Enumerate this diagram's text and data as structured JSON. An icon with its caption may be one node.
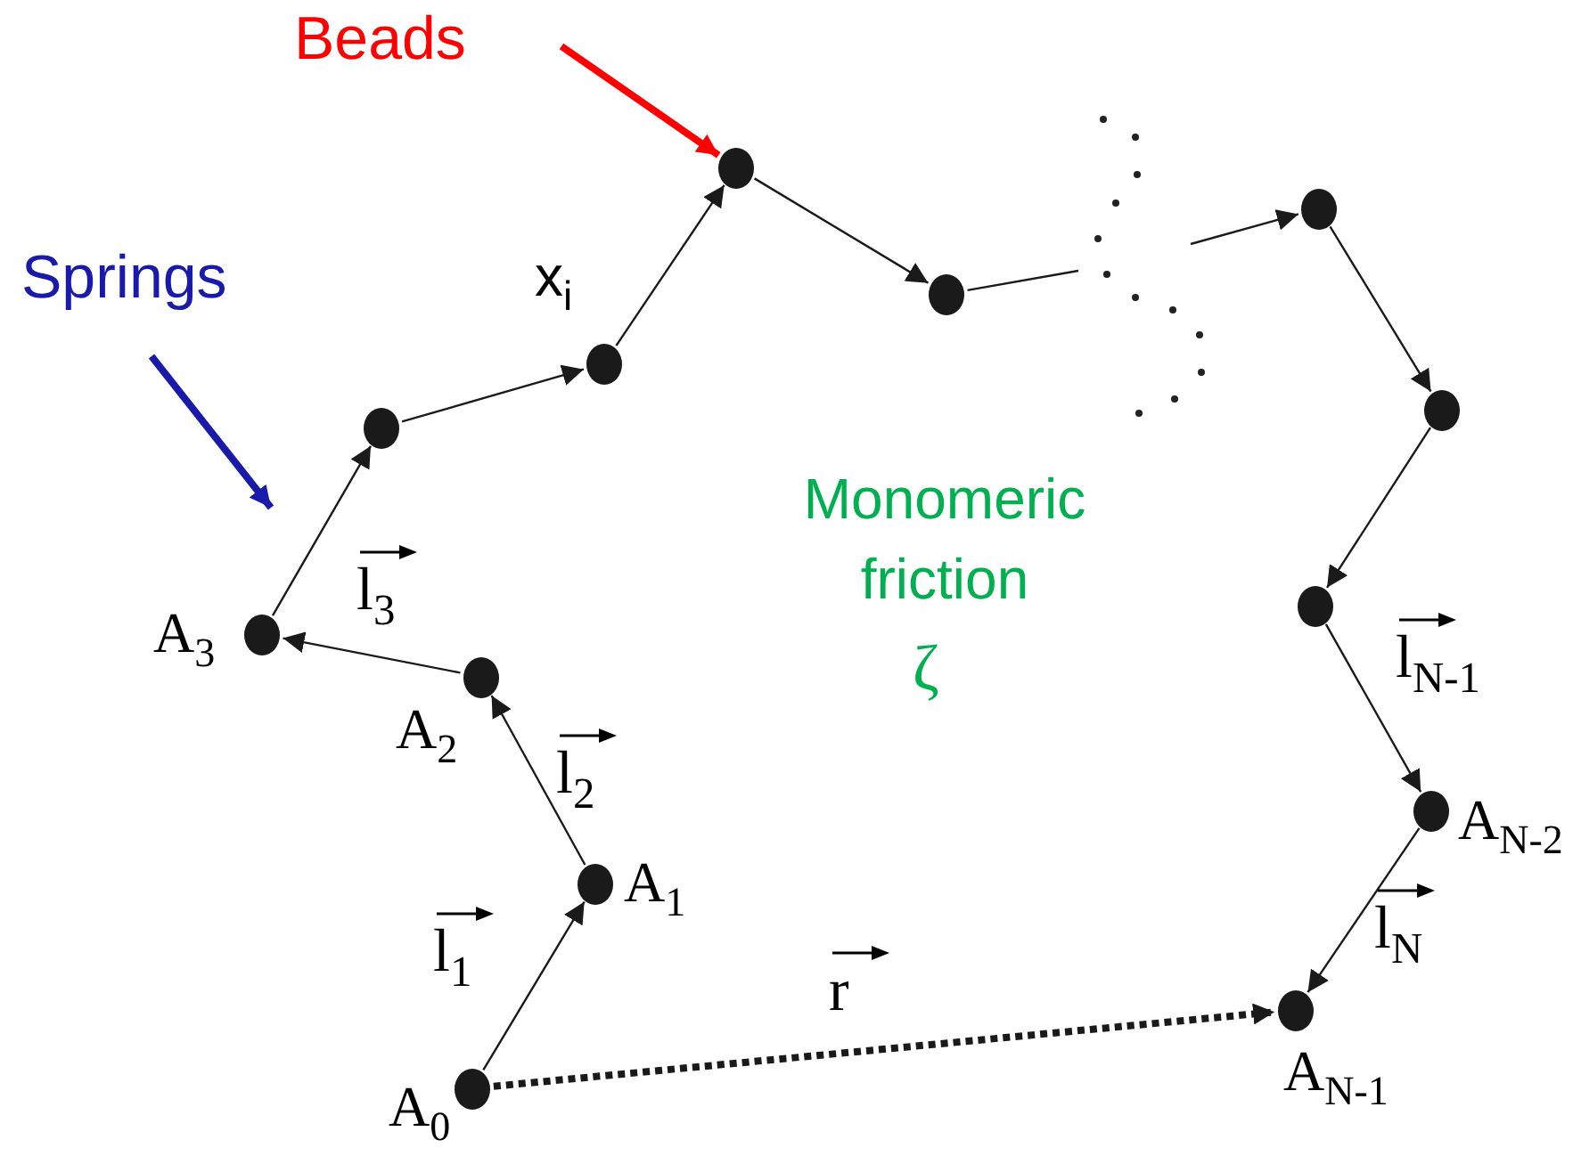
{
  "diagram": {
    "nodes": [
      {
        "text": [
          "Beads"
        ]
      },
      {
        "text": [
          "Springs"
        ]
      },
      {
        "text": [],
        "shape": "circle",
        "beside": [
          "A$_{0}$"
        ]
      },
      {
        "text": [],
        "shape": "circle",
        "beside": [
          "A$_{1}$"
        ]
      },
      {
        "text": [],
        "shape": "circle",
        "beside": [
          "A$_{2}$"
        ]
      },
      {
        "text": [],
        "shape": "circle",
        "beside": [
          "A$_{3}$"
        ]
      },
      {
        "text": [],
        "shape": "circle"
      },
      {
        "text": [],
        "shape": "circle"
      },
      {
        "text": [],
        "shape": "circle"
      },
      {
        "text": [],
        "shape": "circle"
      },
      {
        "text": [],
        "shape": "circle"
      },
      {
        "text": [],
        "shape": "circle"
      },
      {
        "text": [],
        "shape": "circle"
      },
      {
        "text": [],
        "shape": "circle",
        "beside": [
          "A$_{N-2}$"
        ]
      },
      {
        "text": [],
        "shape": "circle",
        "beside": [
          "A$_{N-1}$"
        ]
      }
    ],
    "edges": [
      {
        "from": 0,
        "to": 8,
        "arrow": "to",
        "style": "thick",
        "color": "#ff0000"
      },
      {
        "from": 1,
        "to": null,
        "arrow": "to",
        "style": "thick",
        "color": "#1a1aaa"
      },
      {
        "from": 2,
        "to": 3,
        "arrow": "to"
      },
      {
        "from": 3,
        "to": 4,
        "arrow": "to"
      },
      {
        "from": 4,
        "to": 5,
        "arrow": "to"
      },
      {
        "from": 5,
        "to": 6,
        "arrow": "to"
      },
      {
        "from": 6,
        "to": 7,
        "arrow": "to"
      },
      {
        "from": 7,
        "to": 8,
        "arrow": "to"
      },
      {
        "from": 8,
        "to": 9,
        "arrow": "to"
      },
      {
        "from": 9,
        "to": null,
        "arrow": "none"
      },
      {
        "from": null,
        "to": 10,
        "arrow": "to"
      },
      {
        "from": 10,
        "to": 11,
        "arrow": "to"
      },
      {
        "from": 11,
        "to": 12,
        "arrow": "to"
      },
      {
        "from": 12,
        "to": 13,
        "arrow": "to"
      },
      {
        "from": 13,
        "to": 14,
        "arrow": "to"
      },
      {
        "from": 2,
        "to": 14,
        "arrow": "to",
        "style": "dashed"
      }
    ],
    "labels": [
      "x$_{i}$",
      "Monomeric friction",
      "ζ",
      "l$_{3}$",
      "l$_{2}$",
      "l$_{1}$",
      "r",
      "l$_{N-1}$",
      "l$_{N}$"
    ]
  }
}
